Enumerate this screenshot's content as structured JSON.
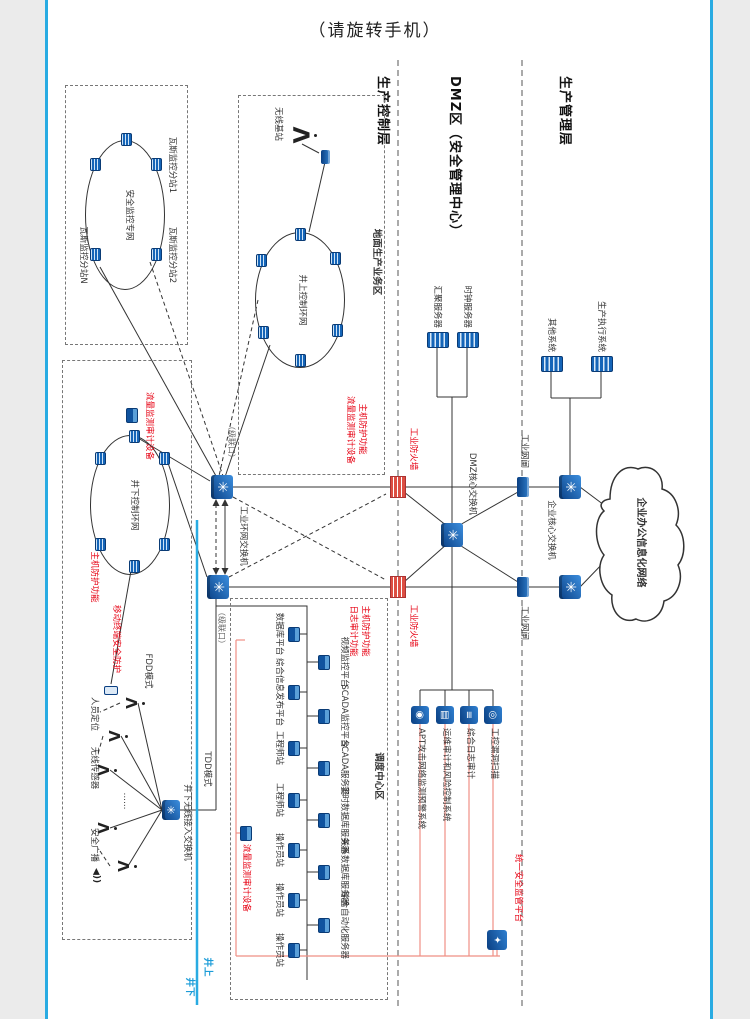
{
  "page": {
    "rotate_hint": "（请旋转手机）"
  },
  "layers": {
    "management": "生产管理层",
    "dmz": "DMZ区（安全管理中心）",
    "control": "生产控制层"
  },
  "management": {
    "cloud": "企业办公信息化网络",
    "core_switch": "企业核心交换机",
    "servers": [
      "生产执行系统",
      "其他系统"
    ]
  },
  "dmz": {
    "clock_server": "时钟服务器",
    "agg_server": "汇聚服务器",
    "core_switch": "DMZ核心交换机",
    "gatekeeper_up": "工业网闸",
    "gatekeeper_down": "工业网闸",
    "firewall_up": "工业防火墙",
    "firewall_down": "工业防火墙",
    "security_systems": [
      "工控漏洞扫描",
      "综合日志审计",
      "运维审计和风险控制系统",
      "APT攻击网络监测预警系统"
    ],
    "unified_platform": "统一安全监管平台"
  },
  "ground_zone": {
    "title": "地面生产业务区",
    "ring": "井上控制环网",
    "wireless_base": "无线基站",
    "host_protect": "主机防护功能",
    "flow_audit": "流量监测审计设备"
  },
  "core": {
    "ring_switch": "工业环网交换机",
    "cascade_port_1": "（级联口）",
    "cascade_port_2": "（级联口）"
  },
  "security_net": {
    "title": "安全监控专网",
    "station_1": "瓦斯监控分站1",
    "station_2": "瓦斯监控分站2",
    "station_n": "瓦斯监控分站N"
  },
  "underground": {
    "ring": "井下控制环网",
    "flow_audit": "流量监测审计设备",
    "host_protect": "主机防护功能",
    "mobile_protect": "移动终端安全防护",
    "fdd": "FDD模式",
    "tdd": "TDD模式",
    "access_switch": "井下无线接入交换机",
    "personnel": "人员定位",
    "sensors": "无线传感器",
    "broadcast": "安全广播",
    "dots": "……"
  },
  "dispatch": {
    "title": "调度中心区",
    "host_protect": "主机防护功能",
    "log_audit": "日志审计功能",
    "flow_audit": "流量监测审计设备",
    "devices_top": [
      "视频监控平台",
      "SCADA监控平台",
      "SCADA服务器",
      "实时数据库服务器",
      "关系数据库服务器",
      "综合自动化服务器"
    ],
    "devices_bottom": [
      "数据库平台",
      "综合信息发布平台",
      "工程师站",
      "工程师站",
      "操作员站",
      "操作员站",
      "操作员站"
    ]
  },
  "mine": {
    "up": "井上",
    "down": "井下"
  },
  "colors": {
    "accent_blue": "#29abe2",
    "device_blue": "#0e5aa8",
    "alert_red": "#e60012",
    "wire_red": "#ef8f85"
  }
}
